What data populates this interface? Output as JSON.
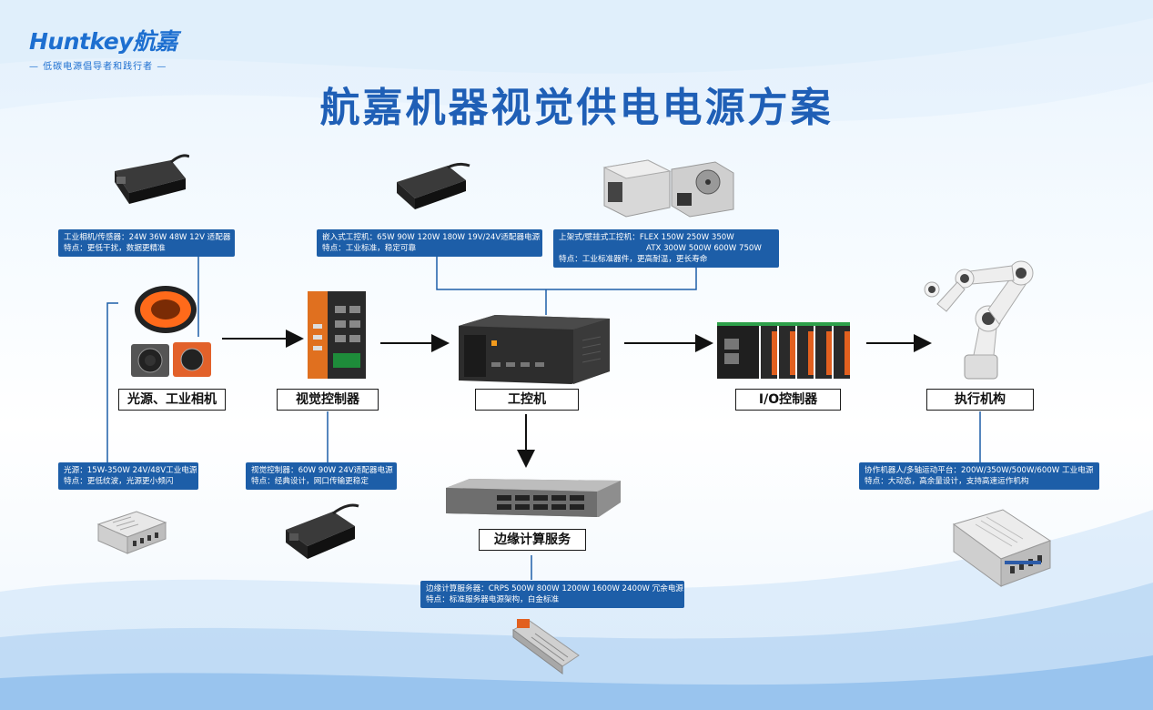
{
  "logo": {
    "brand": "Huntkey航嘉",
    "slogan": "— 低碳电源倡导者和践行者 —"
  },
  "title": "航嘉机器视觉供电电源方案",
  "nodes": {
    "camera": "光源、工业相机",
    "vision_controller": "视觉控制器",
    "ipc": "工控机",
    "io_controller": "I/O控制器",
    "actuator": "执行机构",
    "edge_server": "边缘计算服务"
  },
  "notes": {
    "camera_sensor": {
      "line1": "工业相机/传感器：24W 36W 48W 12V 适配器",
      "line2": "特点：更低干扰，数据更精准"
    },
    "embedded_ipc": {
      "line1": "嵌入式工控机：65W 90W 120W 180W 19V/24V适配器电源",
      "line2": "特点：工业标准，稳定可靠"
    },
    "rack_ipc": {
      "line1": "上架式/壁挂式工控机：FLEX 150W 250W 350W",
      "line2": "ATX 300W 500W 600W 750W",
      "line3": "特点：工业标准器件，更高耐温，更长寿命"
    },
    "light_source": {
      "line1": "光源：15W-350W 24V/48V工业电源",
      "line2": "特点：更低纹波，光源更小频闪"
    },
    "vision_ctrl": {
      "line1": "视觉控制器：60W 90W 24V适配器电源",
      "line2": "特点：经典设计，网口传输更稳定"
    },
    "edge": {
      "line1": "边缘计算服务器：CRPS 500W 800W 1200W 1600W 2400W 冗余电源",
      "line2": "特点：标准服务器电源架构，白金标准"
    },
    "robot": {
      "line1": "协作机器人/多轴运动平台：200W/350W/500W/600W 工业电源",
      "line2": "特点：大动态，高余量设计，支持高速运作机构"
    }
  },
  "colors": {
    "accent": "#1d5ea8",
    "title": "#1f5fb6",
    "ring_light": "#ff6a1a"
  }
}
